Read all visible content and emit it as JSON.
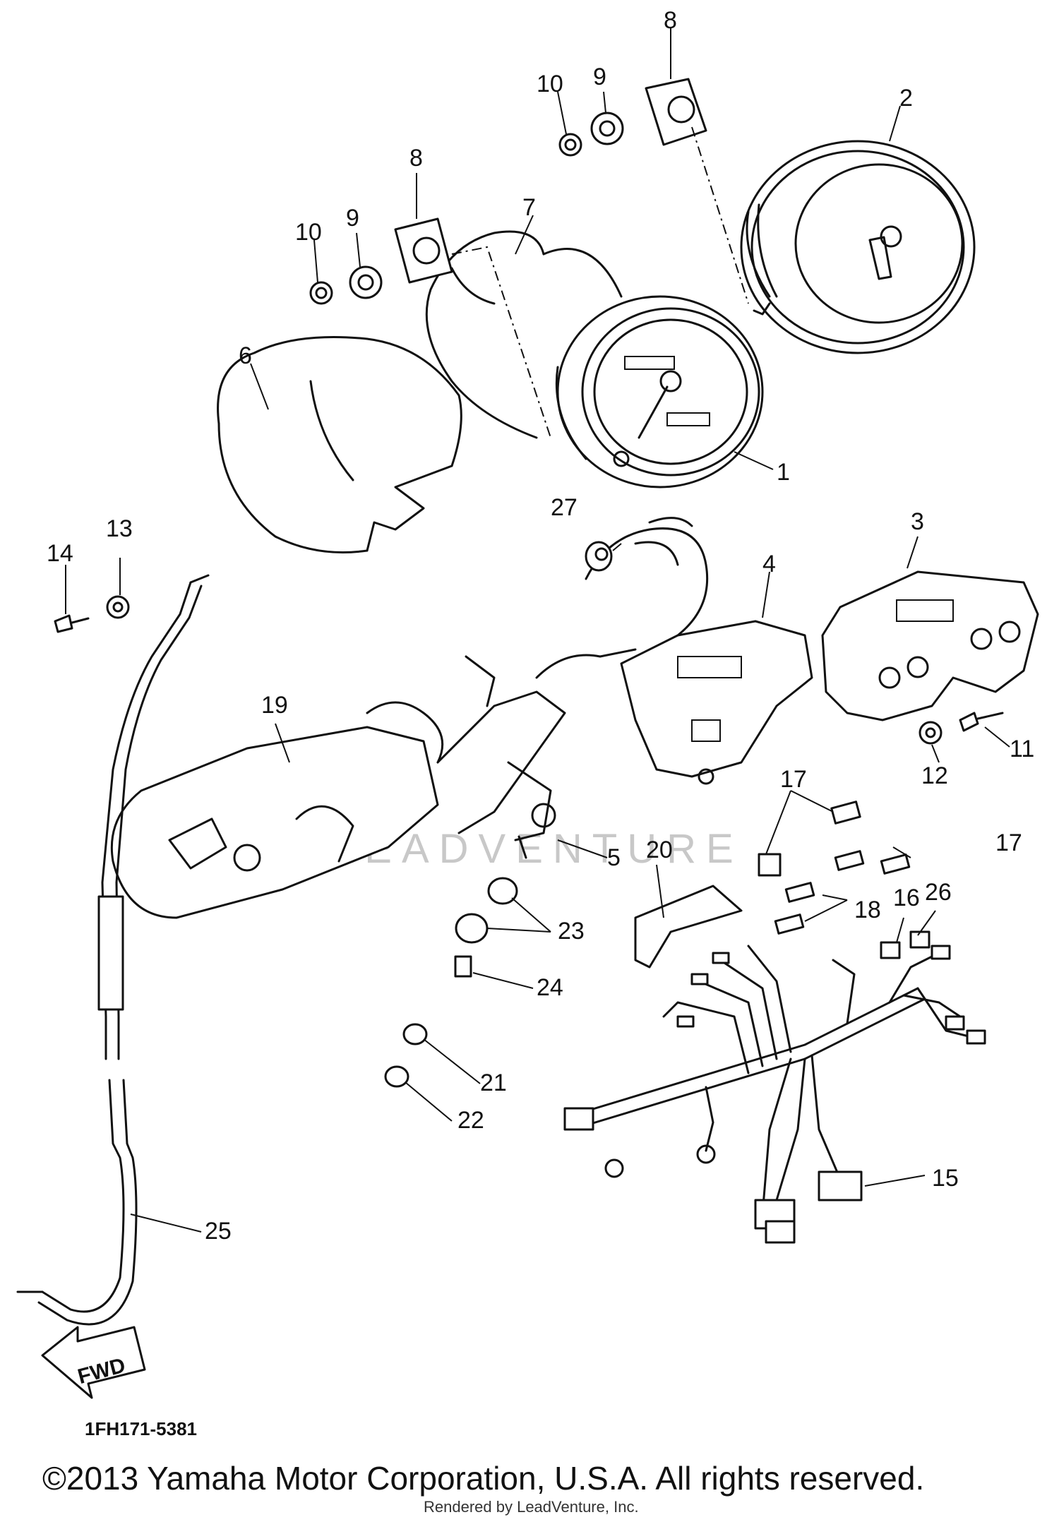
{
  "diagram": {
    "callouts": [
      {
        "id": "c1",
        "text": "1"
      },
      {
        "id": "c2",
        "text": "2"
      },
      {
        "id": "c3",
        "text": "3"
      },
      {
        "id": "c4",
        "text": "4"
      },
      {
        "id": "c5",
        "text": "5"
      },
      {
        "id": "c6",
        "text": "6"
      },
      {
        "id": "c7",
        "text": "7"
      },
      {
        "id": "c8a",
        "text": "8"
      },
      {
        "id": "c8b",
        "text": "8"
      },
      {
        "id": "c9a",
        "text": "9"
      },
      {
        "id": "c9b",
        "text": "9"
      },
      {
        "id": "c10a",
        "text": "10"
      },
      {
        "id": "c10b",
        "text": "10"
      },
      {
        "id": "c11",
        "text": "11"
      },
      {
        "id": "c12",
        "text": "12"
      },
      {
        "id": "c13",
        "text": "13"
      },
      {
        "id": "c14",
        "text": "14"
      },
      {
        "id": "c15",
        "text": "15"
      },
      {
        "id": "c16",
        "text": "16"
      },
      {
        "id": "c17a",
        "text": "17"
      },
      {
        "id": "c17b",
        "text": "17"
      },
      {
        "id": "c18",
        "text": "18"
      },
      {
        "id": "c19",
        "text": "19"
      },
      {
        "id": "c20",
        "text": "20"
      },
      {
        "id": "c21",
        "text": "21"
      },
      {
        "id": "c22",
        "text": "22"
      },
      {
        "id": "c23",
        "text": "23"
      },
      {
        "id": "c24",
        "text": "24"
      },
      {
        "id": "c25",
        "text": "25"
      },
      {
        "id": "c26",
        "text": "26"
      },
      {
        "id": "c27",
        "text": "27"
      }
    ],
    "direction_arrow": "FWD",
    "diagram_code": "1FH171-5381",
    "watermark": "LEADVENTURE",
    "copyright": "©2013 Yamaha Motor Corporation, U.S.A. All rights reserved.",
    "rendered_by": "Rendered by LeadVenture, Inc."
  }
}
